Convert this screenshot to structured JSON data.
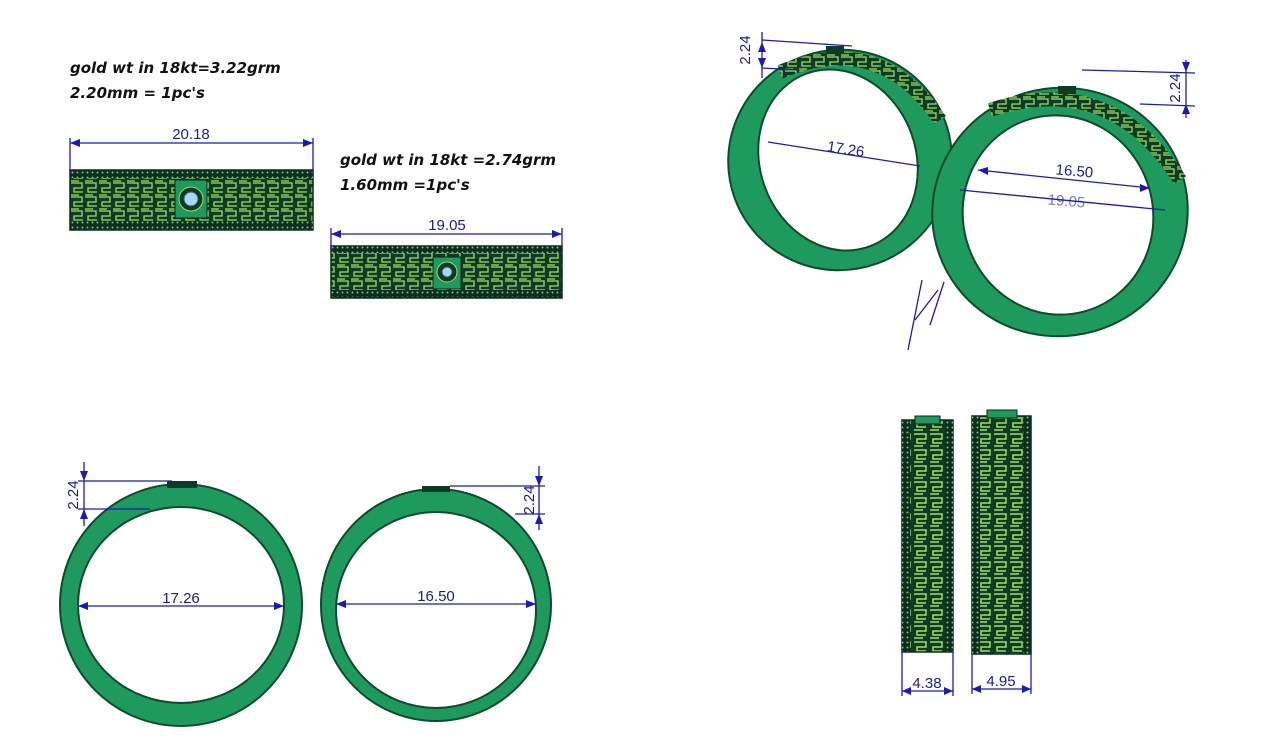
{
  "notes": {
    "ring_a_weight": "gold wt in 18kt=3.22grm",
    "ring_a_thickness": "2.20mm = 1pc's",
    "ring_b_weight": "gold wt in 18kt =2.74grm",
    "ring_b_thickness": "1.60mm =1pc's"
  },
  "dimensions": {
    "band_a_length": "20.18",
    "band_b_length": "19.05",
    "ring_a_inner_diameter": "17.26",
    "ring_b_inner_diameter": "16.50",
    "ring_a_top_height": "2.24",
    "ring_b_top_height": "2.24",
    "iso_a_height": "2.24",
    "iso_b_height": "2.24",
    "iso_a_diameter": "17.26",
    "iso_b_diameter": "16.50",
    "iso_b_inner_label": "19.05",
    "side_b_width": "4.38",
    "side_a_width": "4.95"
  },
  "colors": {
    "ring_body": "#1f9a5e",
    "ring_edge": "#0e4a2c",
    "band_dark": "#0f3a24",
    "pattern": "#9fe060",
    "dimension": "#1a1ab8",
    "stone": "#a8d8f0"
  }
}
